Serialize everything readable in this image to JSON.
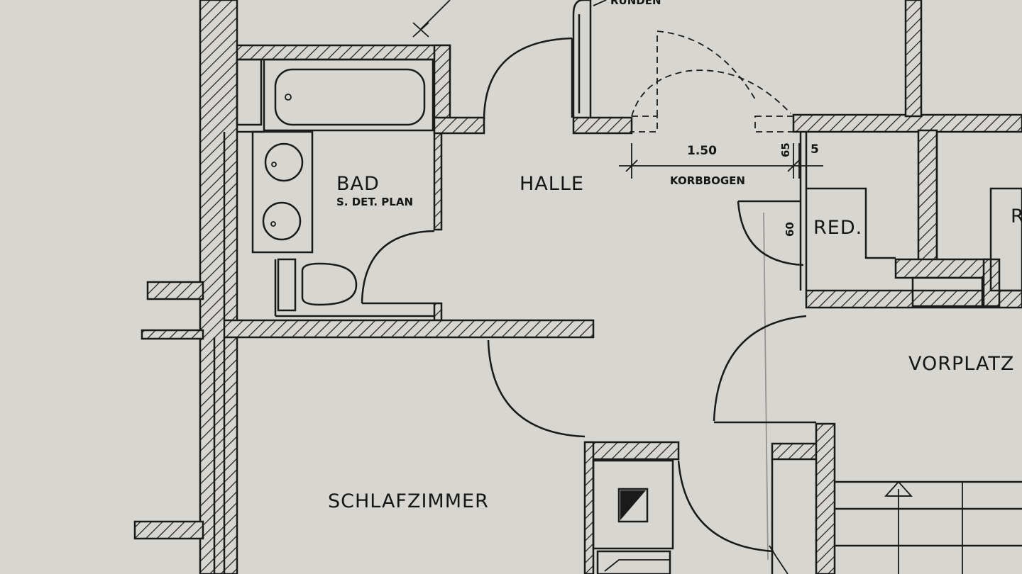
{
  "rooms": {
    "bad": "BAD",
    "bad_note": "S. DET. PLAN",
    "halle": "HALLE",
    "red": "RED.",
    "vorplatz": "VORPLATZ",
    "schlafzimmer": "SCHLAFZIMMER",
    "partial_right": "R"
  },
  "annotations": {
    "top_partial": "RUNDEN",
    "korbbogen": "KORBBOGEN"
  },
  "dimensions": {
    "width_main": "1.50",
    "width_small": "65",
    "width_right": "5",
    "door_width": "60"
  },
  "colors": {
    "paper": "#d8d6d0",
    "ink": "#1a1a1a"
  }
}
